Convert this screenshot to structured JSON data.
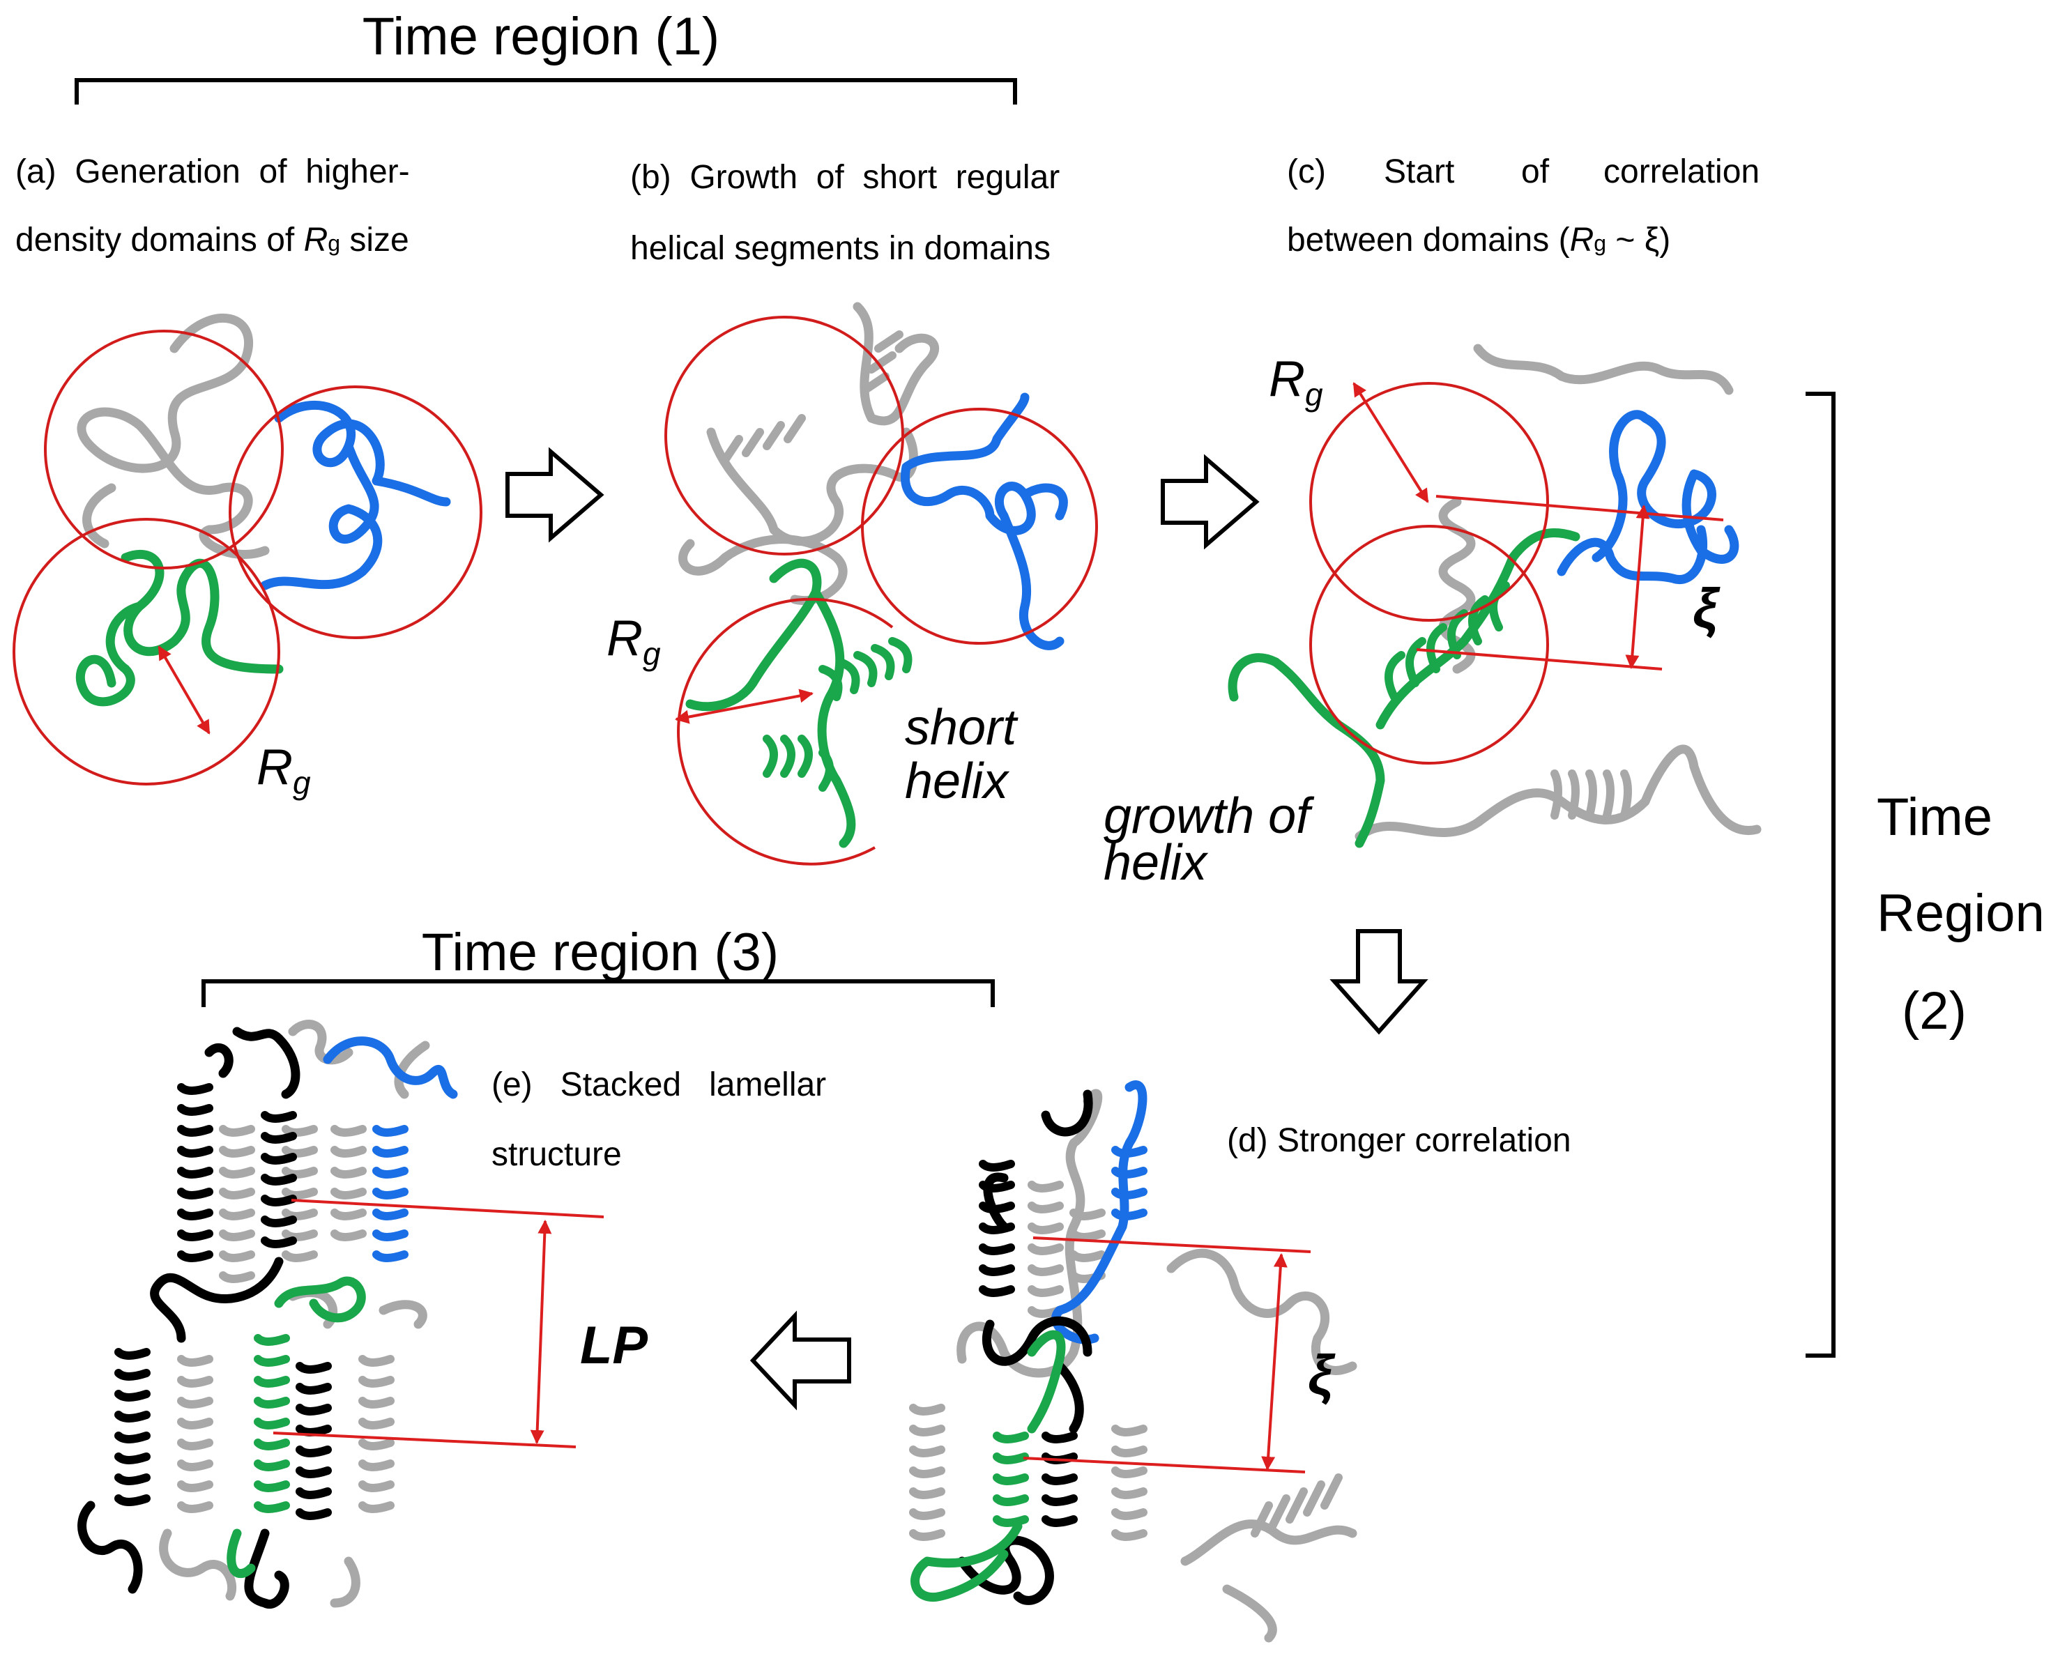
{
  "regions": {
    "r1": "Time region (1)",
    "r2_line1": "Time",
    "r2_line2": "Region",
    "r2_line3": "(2)",
    "r3": "Time region (3)"
  },
  "panels": {
    "a": {
      "line1": "(a)  Generation  of  higher-",
      "line2_prefix": "density domains of ",
      "line2_sym": "R",
      "line2_sub": "g",
      "line2_suffix": " size"
    },
    "b": {
      "line1": "(b)  Growth  of  short  regular",
      "line2": "helical segments in domains"
    },
    "c": {
      "line1_a": "(c)",
      "line1_b": "Start",
      "line1_c": "of",
      "line1_d": "correlation",
      "line2_prefix": "between domains (",
      "line2_sym": "R",
      "line2_sub": "g",
      "line2_suffix": " ~ ξ)"
    },
    "d": {
      "line1": "(d) Stronger correlation"
    },
    "e": {
      "line1": "(e)   Stacked   lamellar",
      "line2": "structure"
    }
  },
  "labels": {
    "rg_symbol": "R",
    "rg_sub": "g",
    "short_helix_1": "short",
    "short_helix_2": "helix",
    "growth_1": "growth of",
    "growth_2": "helix",
    "xi": "ξ",
    "lp": "LP"
  },
  "colors": {
    "red": "#dc1e1e",
    "domain_red": "#d21c1c",
    "green": "#1aa64a",
    "blue": "#1a6fe6",
    "gray": "#a8a8a8",
    "black": "#000000"
  }
}
